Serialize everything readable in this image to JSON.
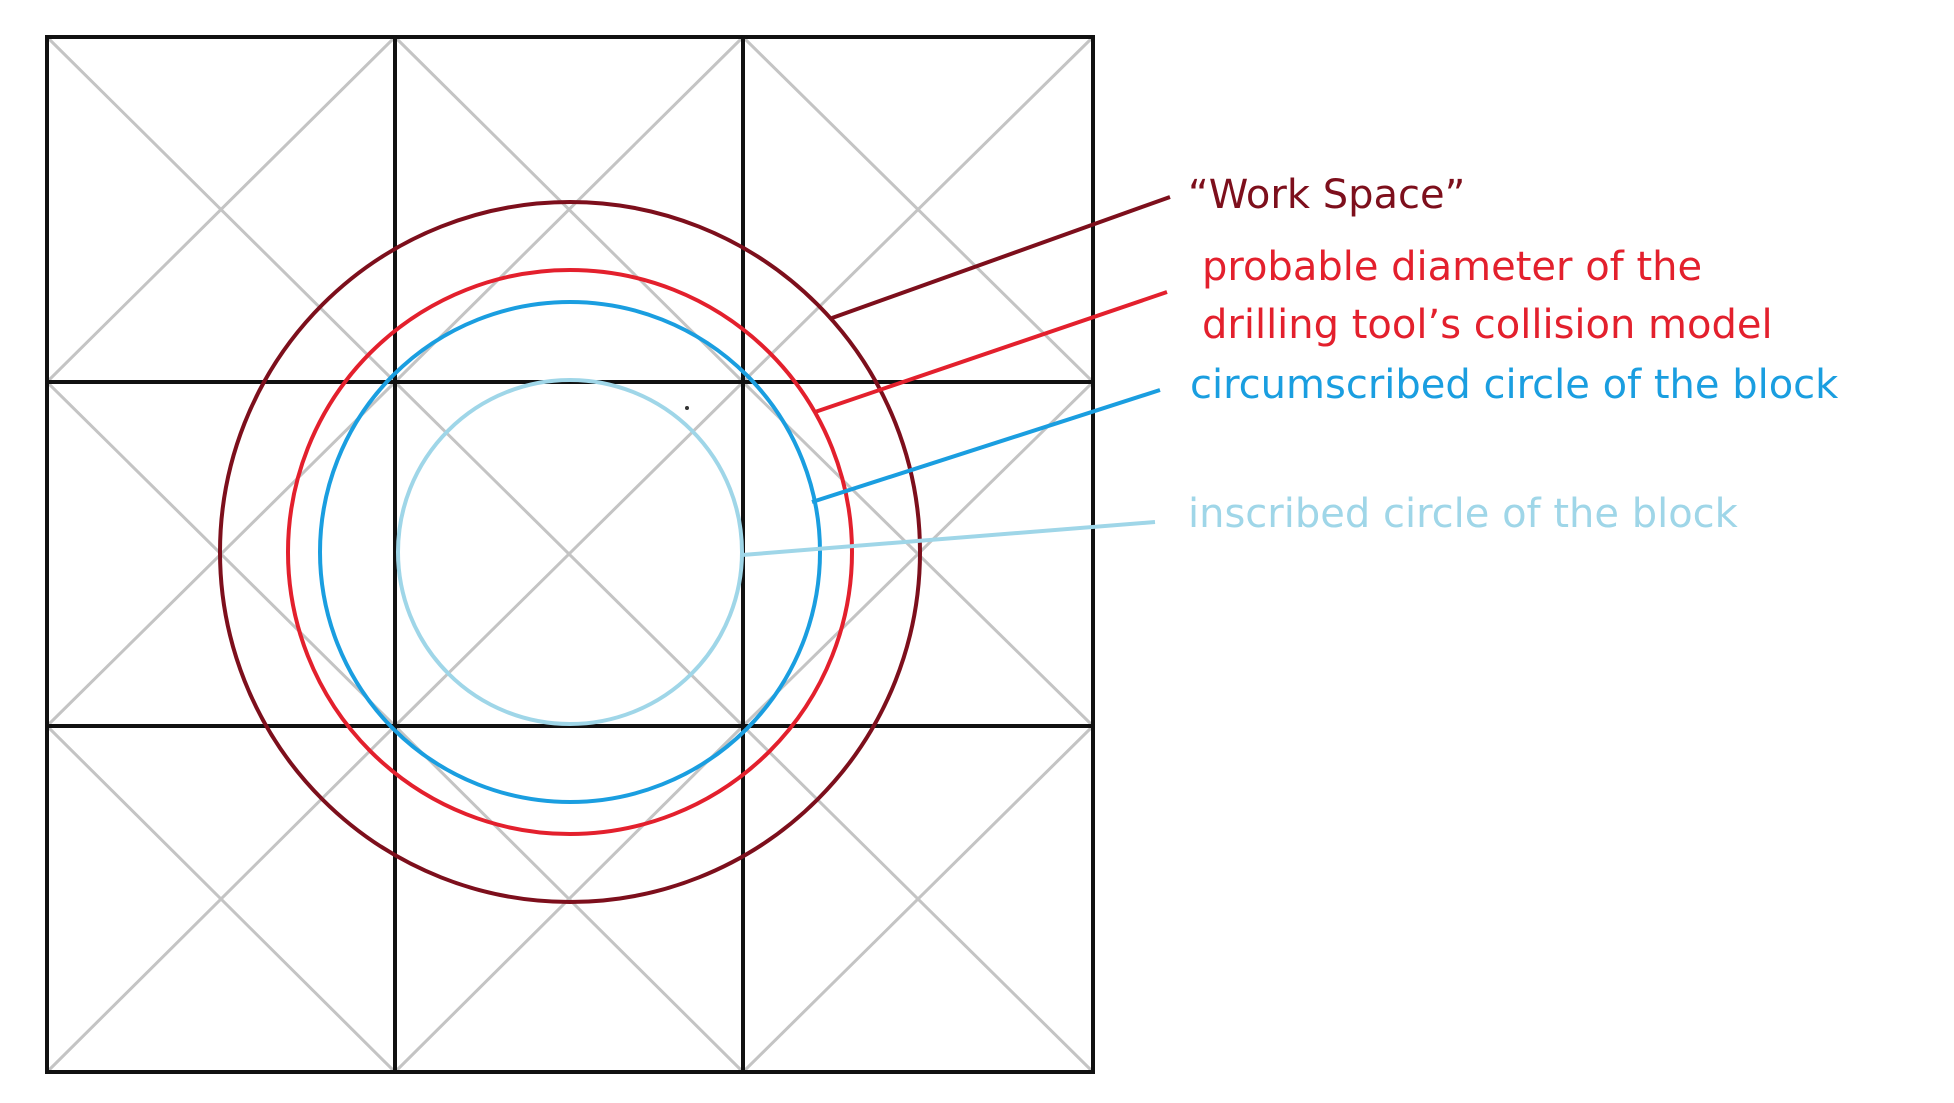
{
  "labels": {
    "work_space": "“Work Space”",
    "collision_line1": "probable diameter of the",
    "collision_line2": "drilling tool’s collision model",
    "circumscribed": "circumscribed circle of the block",
    "inscribed": "inscribed circle of the block"
  },
  "colors": {
    "grid": "#111111",
    "diagonals": "#c4c4c4",
    "work_space": "#7d0f1c",
    "collision": "#e3202d",
    "circumscribed": "#1a9ee0",
    "inscribed": "#9fd6e8"
  }
}
